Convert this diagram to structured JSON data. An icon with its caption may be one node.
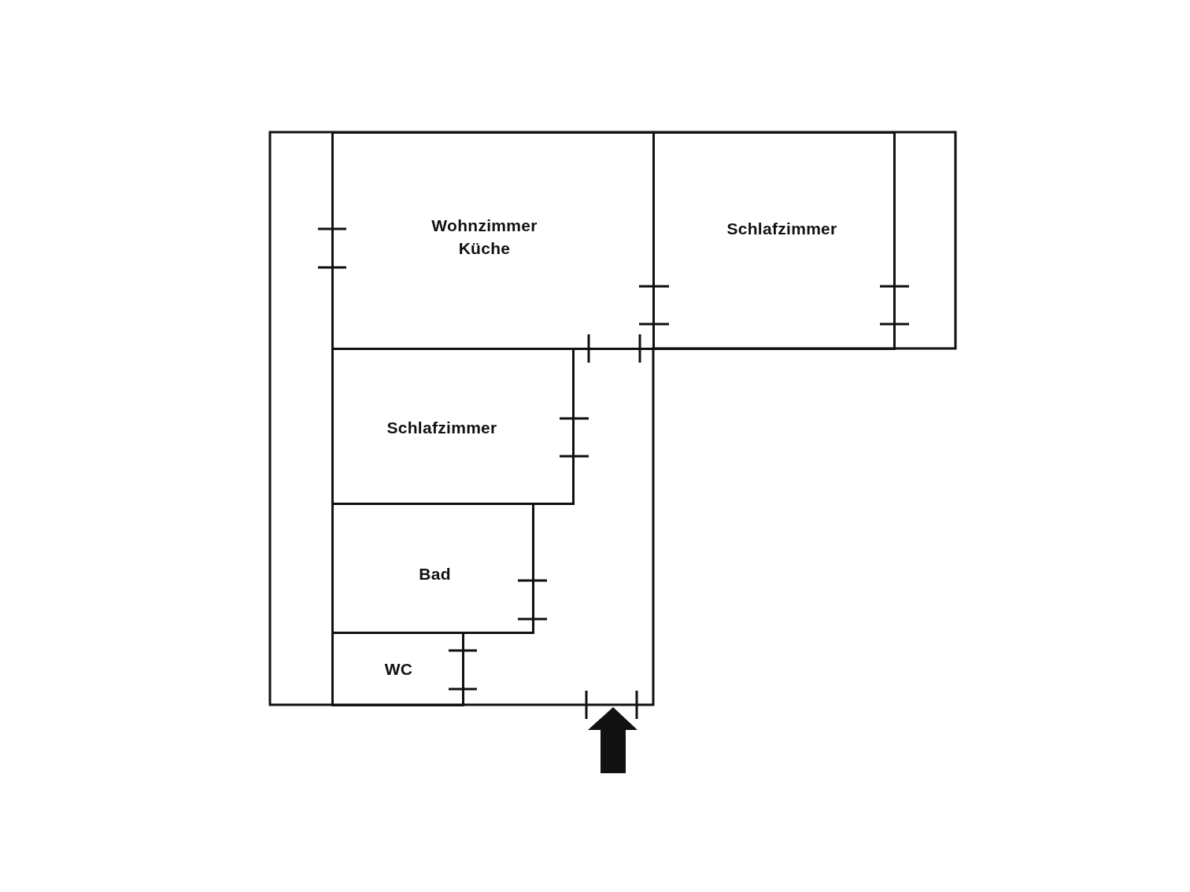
{
  "diagram": {
    "nodes": [
      {
        "text": [
          "Wohnzimmer Küche"
        ]
      },
      {
        "text": [
          "Schlafzimmer"
        ]
      },
      {
        "text": [
          "Schlafzimmer"
        ]
      },
      {
        "text": [
          "Bad"
        ]
      },
      {
        "text": [
          "WC"
        ]
      }
    ]
  }
}
